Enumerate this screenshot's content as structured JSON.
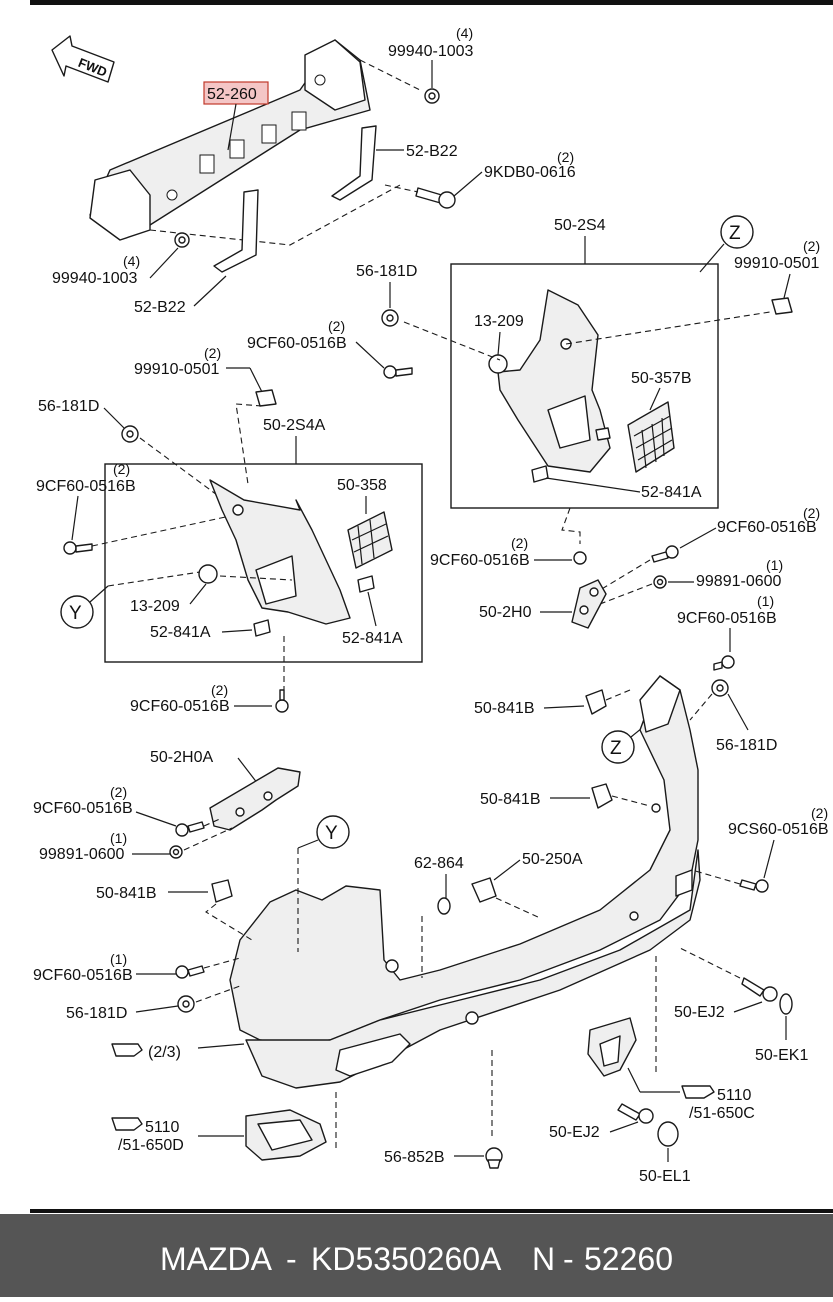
{
  "diagram": {
    "callouts": {
      "c1": {
        "part": "52-260",
        "highlight": "#f4c6c6",
        "highlight_border": "#c0392b"
      },
      "c2": {
        "part": "99940-1003",
        "qty": "(4)"
      },
      "c3": {
        "part": "52-B22"
      },
      "c4": {
        "part": "9KDB0-0616",
        "qty": "(2)"
      },
      "c5": {
        "part": "99940-1003",
        "qty": "(4)"
      },
      "c6": {
        "part": "52-B22"
      },
      "c7": {
        "part": "50-2S4"
      },
      "c8": {
        "part": "99910-0501",
        "qty": "(2)"
      },
      "c9": {
        "part": "56-181D"
      },
      "c10": {
        "part": "13-209"
      },
      "c11": {
        "part": "9CF60-0516B",
        "qty": "(2)"
      },
      "c12": {
        "part": "50-357B"
      },
      "c13": {
        "part": "99910-0501",
        "qty": "(2)"
      },
      "c14": {
        "part": "56-181D"
      },
      "c15": {
        "part": "50-2S4A"
      },
      "c16": {
        "part": "9CF60-0516B",
        "qty": "(2)"
      },
      "c17": {
        "part": "50-358"
      },
      "c18": {
        "part": "52-841A"
      },
      "c19": {
        "part": "13-209"
      },
      "c20": {
        "part": "52-841A"
      },
      "c21": {
        "part": "52-841A"
      },
      "c22": {
        "part": "9CF60-0516B",
        "qty": "(2)"
      },
      "c23": {
        "part": "9CF60-0516B",
        "qty": "(2)"
      },
      "c24": {
        "part": "99891-0600",
        "qty": "(1)"
      },
      "c25": {
        "part": "50-2H0"
      },
      "c26": {
        "part": "9CF60-0516B",
        "qty": "(1)"
      },
      "c27": {
        "part": "9CF60-0516B",
        "qty": "(2)"
      },
      "c28": {
        "part": "50-841B"
      },
      "c29": {
        "part": "56-181D"
      },
      "c30": {
        "part": "50-2H0A"
      },
      "c31": {
        "part": "9CF60-0516B",
        "qty": "(2)"
      },
      "c32": {
        "part": "99891-0600",
        "qty": "(1)"
      },
      "c33": {
        "part": "50-841B"
      },
      "c34": {
        "part": "9CS60-0516B",
        "qty": "(2)"
      },
      "c35": {
        "part": "62-864"
      },
      "c36": {
        "part": "50-250A"
      },
      "c37": {
        "part": "50-841B"
      },
      "c38": {
        "part": "9CF60-0516B",
        "qty": "(1)"
      },
      "c39": {
        "part": "56-181D"
      },
      "c40": {
        "part": "50-EJ2"
      },
      "c41": {
        "part": "50-EK1"
      },
      "c42": {
        "part": "(2/3)"
      },
      "c43": {
        "part": "5110",
        "sub": "/51-650C"
      },
      "c44": {
        "part": "5110",
        "sub": "/51-650D"
      },
      "c45": {
        "part": "50-EJ2"
      },
      "c46": {
        "part": "56-852B"
      },
      "c47": {
        "part": "50-EL1"
      }
    },
    "markers": {
      "z_top": "Z",
      "z_mid": "Z",
      "y_left": "Y",
      "y_low": "Y"
    },
    "fwd": "FWD"
  },
  "footer": {
    "brand": "MAZDA",
    "sep1": "-",
    "part_number": "KD5350260A",
    "n_label": "N",
    "sep2": "-",
    "n_value": "52260",
    "bar_color": "#555555"
  }
}
